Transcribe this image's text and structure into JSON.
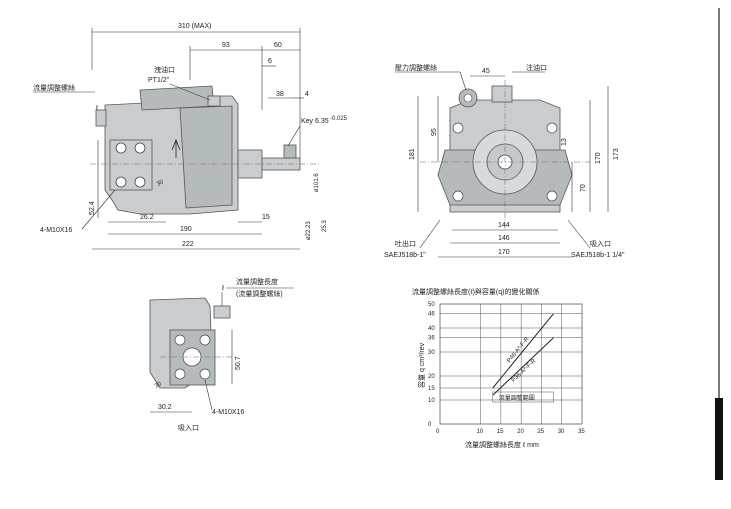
{
  "top_view": {
    "dim_310": "310 (MAX)",
    "dim_93": "93",
    "dim_60": "60",
    "dim_6": "6",
    "dim_38": "38",
    "dim_4": "4",
    "key": "Key 6.35",
    "key_tol": "-0.025",
    "drain_label": "洩油口",
    "drain_port": "PT1/2\"",
    "flow_screw_label": "流量調整螺絲",
    "ell": "ℓ",
    "dim_524": "52.4",
    "dim_262": "26.2",
    "dim_15": "15",
    "dim_190": "190",
    "dim_222": "222",
    "dim_30": "30",
    "bolt_label": "4-M10X16",
    "dia_1016": "ø101.6",
    "dia_2223": "ø22.23",
    "dim_253": "25.3"
  },
  "front_view": {
    "pressure_screw_label": "壓力調整螺絲",
    "fill_port_label": "注油口",
    "dim_45": "45",
    "dim_95": "95",
    "dim_181": "181",
    "dim_13": "13",
    "dim_70": "70",
    "dim_170v": "170",
    "dim_173": "173",
    "dim_144": "144",
    "dim_146": "146",
    "dim_170": "170",
    "outlet_label": "吐出口",
    "outlet_spec": "SAEJ518b-1\"",
    "inlet_label": "吸入口",
    "inlet_spec": "SAEJ518b-1 1/4\""
  },
  "side_view": {
    "ell": "ℓ",
    "screw_len_label": "流量調整長度",
    "screw_len_sub": "(流量調整螺絲)",
    "dim_507": "50.7",
    "dim_30": "30",
    "dim_302": "30.2",
    "bolt_label": "4-M10X16",
    "inlet_label": "吸入口"
  },
  "chart_data": {
    "type": "line",
    "title": "流量調整螺絲長度(ℓ)與容量(q)的變化關係",
    "xlabel": "流量調整螺絲長度 ℓ mm",
    "ylabel": "容量 q cm³/rev",
    "xlim": [
      0,
      35
    ],
    "ylim": [
      0,
      50
    ],
    "x_ticks": [
      0,
      10,
      15,
      20,
      25,
      30,
      35
    ],
    "y_ticks": [
      0,
      10,
      15,
      20,
      30,
      36,
      40,
      46,
      50
    ],
    "grid": true,
    "series": [
      {
        "name": "P46-A*-F-R",
        "x": [
          13,
          28
        ],
        "y": [
          15,
          46
        ]
      },
      {
        "name": "P36-A*-F-R",
        "x": [
          13,
          28
        ],
        "y": [
          12,
          36
        ]
      }
    ],
    "annotation": "流量調整範圍",
    "range_x": [
      13,
      28
    ]
  }
}
